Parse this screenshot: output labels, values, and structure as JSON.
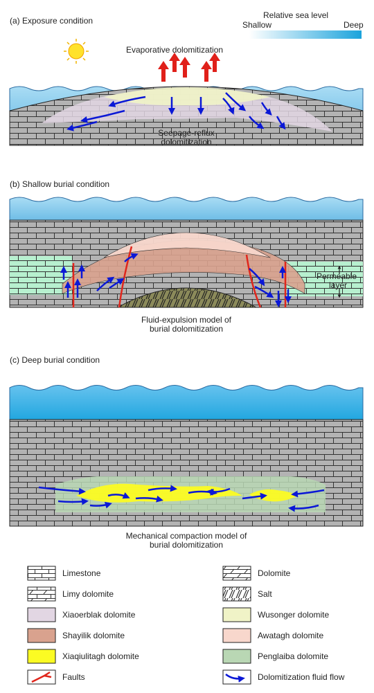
{
  "panels": {
    "a": {
      "title": "(a) Exposure condition",
      "top_label": "Evaporative dolomitization",
      "bottom_label_line1": "Seepage-reflux",
      "bottom_label_line2": "dolomitization"
    },
    "b": {
      "title": "(b) Shallow burial condition",
      "side_label_line1": "Permeable",
      "side_label_line2": "layer",
      "bottom_label_line1": "Fluid-expulsion model of",
      "bottom_label_line2": "burial dolomitization"
    },
    "c": {
      "title": "(c) Deep burial condition",
      "bottom_label_line1": "Mechanical compaction model of",
      "bottom_label_line2": "burial dolomitization"
    }
  },
  "sea_level_scale": {
    "title": "Relative sea level",
    "low_label": "Shallow",
    "high_label": "Deep"
  },
  "legend": [
    {
      "label": "Limestone",
      "swatch": "limestone"
    },
    {
      "label": "Dolomite",
      "swatch": "dolomite"
    },
    {
      "label": "Limy dolomite",
      "swatch": "limy-dolomite"
    },
    {
      "label": "Salt",
      "swatch": "salt"
    },
    {
      "label": "Xiaoerblak dolomite",
      "swatch": "fill",
      "color": "#e2d6e3"
    },
    {
      "label": "Wusonger dolomite",
      "swatch": "fill",
      "color": "#f0f3c7"
    },
    {
      "label": "Shayilik dolomite",
      "swatch": "fill",
      "color": "#d9a28e"
    },
    {
      "label": "Awatagh dolomite",
      "swatch": "fill",
      "color": "#f8d7cc"
    },
    {
      "label": "Xiaqiulitagh dolomite",
      "swatch": "fill",
      "color": "#fbfb23"
    },
    {
      "label": "Penglaiba dolomite",
      "swatch": "fill",
      "color": "#b9d7b4"
    },
    {
      "label": "Faults",
      "swatch": "fault"
    },
    {
      "label": "Dolomitization fluid flow",
      "swatch": "flow"
    }
  ],
  "colors": {
    "sea": "#87c8ec",
    "sea_deep": "#1aa3dc",
    "rock": "#b3b3b3",
    "fault": "#e0261c",
    "flow": "#0b18d6",
    "evaporative_arrow": "#e0201a",
    "sun": "#ffe22b",
    "permeable_layer": "#b7f0cf",
    "salt_body": "#8b8a5a"
  }
}
